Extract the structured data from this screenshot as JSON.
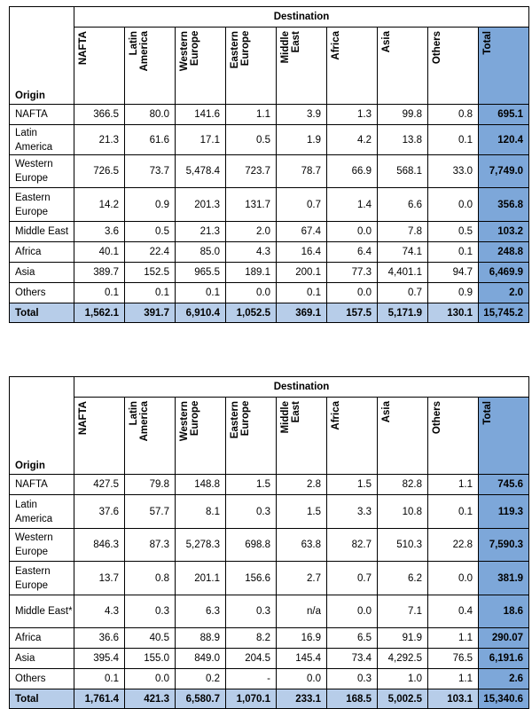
{
  "destination_header": "Destination",
  "origin_header": "Origin",
  "columns": [
    "NAFTA",
    "Latin\nAmerica",
    "Western\nEurope",
    "Eastern\nEurope",
    "Middle\nEast",
    "Africa",
    "Asia",
    "Others",
    "Total"
  ],
  "table1": {
    "rows": [
      {
        "label": "NAFTA",
        "values": [
          "366.5",
          "80.0",
          "141.6",
          "1.1",
          "3.9",
          "1.3",
          "99.8",
          "0.8",
          "695.1"
        ]
      },
      {
        "label": "Latin America",
        "values": [
          "21.3",
          "61.6",
          "17.1",
          "0.5",
          "1.9",
          "4.2",
          "13.8",
          "0.1",
          "120.4"
        ]
      },
      {
        "label": "Western Europe",
        "values": [
          "726.5",
          "73.7",
          "5,478.4",
          "723.7",
          "78.7",
          "66.9",
          "568.1",
          "33.0",
          "7,749.0"
        ]
      },
      {
        "label": "Eastern Europe",
        "values": [
          "14.2",
          "0.9",
          "201.3",
          "131.7",
          "0.7",
          "1.4",
          "6.6",
          "0.0",
          "356.8"
        ]
      },
      {
        "label": "Middle East",
        "values": [
          "3.6",
          "0.5",
          "21.3",
          "2.0",
          "67.4",
          "0.0",
          "7.8",
          "0.5",
          "103.2"
        ]
      },
      {
        "label": "Africa",
        "values": [
          "40.1",
          "22.4",
          "85.0",
          "4.3",
          "16.4",
          "6.4",
          "74.1",
          "0.1",
          "248.8"
        ]
      },
      {
        "label": "Asia",
        "values": [
          "389.7",
          "152.5",
          "965.5",
          "189.1",
          "200.1",
          "77.3",
          "4,401.1",
          "94.7",
          "6,469.9"
        ]
      },
      {
        "label": "Others",
        "values": [
          "0.1",
          "0.1",
          "0.1",
          "0.0",
          "0.1",
          "0.0",
          "0.7",
          "0.9",
          "2.0"
        ]
      }
    ],
    "total": {
      "label": "Total",
      "values": [
        "1,562.1",
        "391.7",
        "6,910.4",
        "1,052.5",
        "369.1",
        "157.5",
        "5,171.9",
        "130.1",
        "15,745.2"
      ]
    }
  },
  "table2": {
    "rows": [
      {
        "label": "NAFTA",
        "values": [
          "427.5",
          "79.8",
          "148.8",
          "1.5",
          "2.8",
          "1.5",
          "82.8",
          "1.1",
          "745.6"
        ]
      },
      {
        "label": "Latin America",
        "values": [
          "37.6",
          "57.7",
          "8.1",
          "0.3",
          "1.5",
          "3.3",
          "10.8",
          "0.1",
          "119.3"
        ]
      },
      {
        "label": "Western Europe",
        "values": [
          "846.3",
          "87.3",
          "5,278.3",
          "698.8",
          "63.8",
          "82.7",
          "510.3",
          "22.8",
          "7,590.3"
        ]
      },
      {
        "label": "Eastern Europe",
        "values": [
          "13.7",
          "0.8",
          "201.1",
          "156.6",
          "2.7",
          "0.7",
          "6.2",
          "0.0",
          "381.9"
        ]
      },
      {
        "label": "Middle East*",
        "values": [
          "4.3",
          "0.3",
          "6.3",
          "0.3",
          "n/a",
          "0.0",
          "7.1",
          "0.4",
          "18.6"
        ]
      },
      {
        "label": "Africa",
        "values": [
          "36.6",
          "40.5",
          "88.9",
          "8.2",
          "16.9",
          "6.5",
          "91.9",
          "1.1",
          "290.07"
        ]
      },
      {
        "label": "Asia",
        "values": [
          "395.4",
          "155.0",
          "849.0",
          "204.5",
          "145.4",
          "73.4",
          "4,292.5",
          "76.5",
          "6,191.6"
        ]
      },
      {
        "label": "Others",
        "values": [
          "0.1",
          "0.0",
          "0.2",
          "-",
          "0.0",
          "0.3",
          "1.0",
          "1.1",
          "2.6"
        ]
      }
    ],
    "total": {
      "label": "Total",
      "values": [
        "1,761.4",
        "421.3",
        "6,580.7",
        "1,070.1",
        "233.1",
        "168.5",
        "5,002.5",
        "103.1",
        "15,340.6"
      ]
    }
  }
}
